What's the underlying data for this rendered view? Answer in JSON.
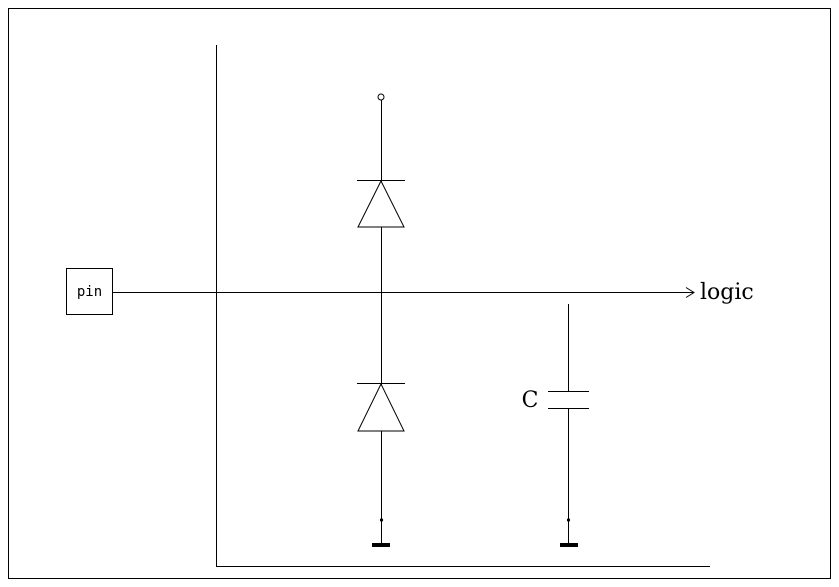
{
  "diagram": {
    "pin_label": "pin",
    "output_label": "logic",
    "capacitor_label": "C",
    "stroke_color": "#000000",
    "background_color": "#ffffff"
  }
}
